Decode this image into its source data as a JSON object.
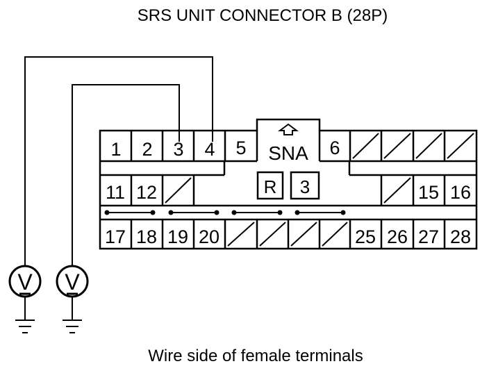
{
  "title": "SRS UNIT CONNECTOR B (28P)",
  "caption": "Wire side of female terminals",
  "connector": {
    "label": "SNA",
    "lock_label": "R",
    "small_terminal_label": "3",
    "row1": [
      "1",
      "2",
      "3",
      "4",
      "5",
      "6"
    ],
    "row2": [
      "11",
      "12",
      "15",
      "16"
    ],
    "row3": [
      "17",
      "18",
      "19",
      "20",
      "25",
      "26",
      "27",
      "28"
    ]
  },
  "meters": [
    {
      "symbol": "V",
      "icon": "voltmeter-icon"
    },
    {
      "symbol": "V",
      "icon": "voltmeter-icon"
    }
  ],
  "ground_icon": "ground-icon"
}
